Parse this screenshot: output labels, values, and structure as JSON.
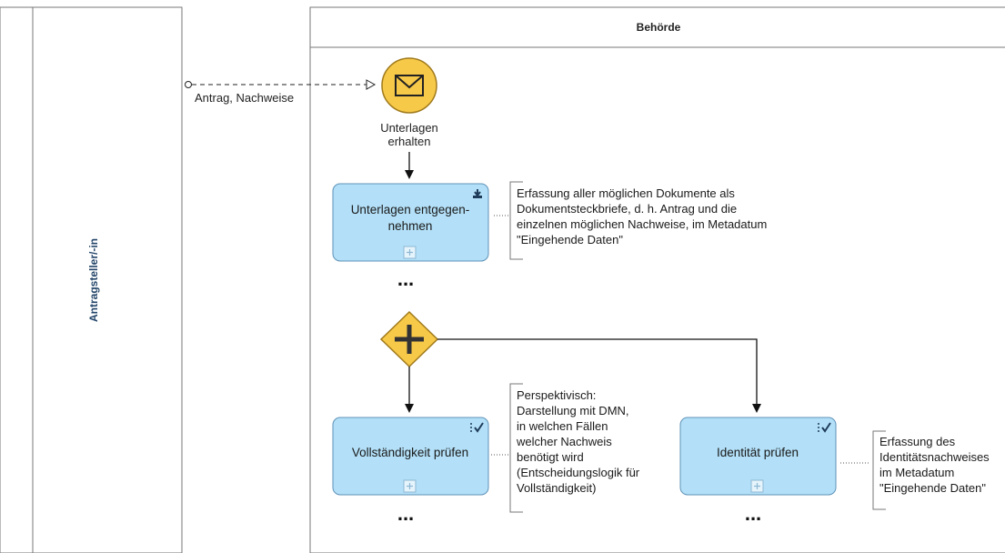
{
  "pools": {
    "left_lane_title": "Antragsteller/-in",
    "right_lane_title": "Behörde"
  },
  "message_flow": {
    "label": "Antrag, Nachweise"
  },
  "start_event": {
    "icon": "envelope-icon",
    "label_line1": "Unterlagen",
    "label_line2": "erhalten",
    "color": "#f7c948"
  },
  "tasks": {
    "receive": {
      "line1": "Unterlagen entgegen-",
      "line2": "nehmen",
      "marker": "download-icon"
    },
    "completeness": {
      "line1": "Vollständigkeit prüfen",
      "marker": "checklist-icon"
    },
    "identity": {
      "line1": "Identität prüfen",
      "marker": "checklist-icon"
    },
    "task_color": "#b3e0f8"
  },
  "gateway": {
    "type": "parallel",
    "icon": "plus-icon",
    "color": "#f7c948"
  },
  "notes": {
    "receive_note": [
      "Erfassung aller möglichen Dokumente als",
      "Dokumentsteckbriefe, d. h. Antrag und die",
      "einzelnen möglichen Nachweise, im Metadatum",
      "\"Eingehende Daten\""
    ],
    "completeness_note": [
      "Perspektivisch:",
      "Darstellung mit DMN,",
      "in welchen Fällen",
      "welcher Nachweis",
      "benötigt wird",
      "(Entscheidungslogik für",
      "Vollständigkeit)"
    ],
    "identity_note": [
      "Erfassung des",
      "Identitätsnachweises",
      "im Metadatum",
      "\"Eingehende Daten\""
    ]
  },
  "ellipsis": "..."
}
